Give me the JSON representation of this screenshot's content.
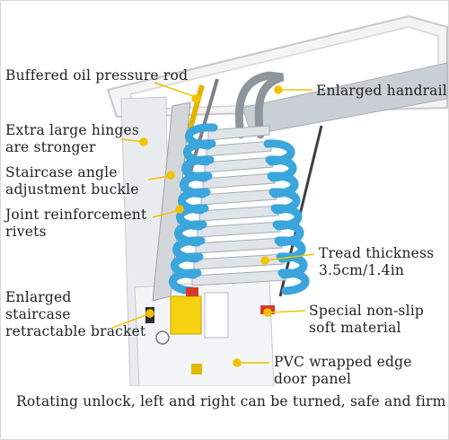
{
  "annotations": {
    "oil_rod": "Buffered oil pressure rod",
    "handrail": "Enlarged handrail",
    "hinges": [
      "Extra large hinges",
      "are stronger"
    ],
    "angle_buckle": [
      "Staircase angle",
      "adjustment buckle"
    ],
    "rivets": [
      "Joint reinforcement",
      "rivets"
    ],
    "tread": [
      "Tread thickness",
      "3.5cm/1.4in"
    ],
    "bracket": [
      "Enlarged",
      "staircase",
      "retractable bracket"
    ],
    "nonslip": [
      "Special non-slip",
      "soft material"
    ],
    "door_panel": [
      "PVC wrapped edge",
      "door panel"
    ],
    "bottom": "Rotating unlock, left and right can be turned, safe and firm"
  },
  "colors": {
    "ladder_blue": "#3aa6dc",
    "pointer_yellow": "#f2c200",
    "rail_gray": "#9aa0a6",
    "tread_silver": "#d7dde2",
    "latch_red": "#d63a2a"
  }
}
